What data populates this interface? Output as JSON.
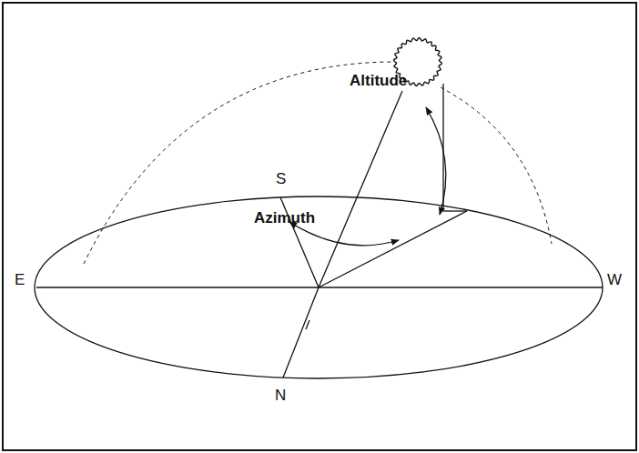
{
  "diagram": {
    "labels": [
      "Altitude",
      "Azimuth",
      "S",
      "E",
      "W",
      "N"
    ]
  }
}
